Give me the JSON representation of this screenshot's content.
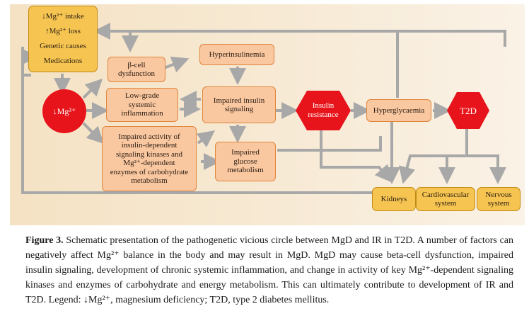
{
  "diagram": {
    "background": "#f7e8d0",
    "arrow_color": "#a8a8a8",
    "nodes": {
      "mg_intake": "↓Mg²⁺ intake",
      "mg_loss": "↑Mg²⁺ loss",
      "genetic": "Genetic causes",
      "medications": "Medications",
      "mg_deficiency": "↓Mg²⁺",
      "beta_cell_1": "β-cell",
      "beta_cell_2": "dysfunction",
      "inflam_1": "Low-grade",
      "inflam_2": "systemic",
      "inflam_3": "inflammation",
      "kinase_1": "Impaired activity of",
      "kinase_2": "insulin-dependent",
      "kinase_3": "signaling kinases and",
      "kinase_4": "Mg²⁺-dependent",
      "kinase_5": "enzymes of carbohydrate",
      "kinase_6": "metabolism",
      "hyperinsulinemia": "Hyperinsulinemia",
      "signaling_1": "Impaired insulin",
      "signaling_2": "signaling",
      "glucose_1": "Impaired",
      "glucose_2": "glucose",
      "glucose_3": "metabolism",
      "ir_1": "Insulin",
      "ir_2": "resistance",
      "hyperglycaemia": "Hyperglycaemia",
      "t2d": "T2D",
      "kidneys": "Kidneys",
      "cardio_1": "Cardiovascular",
      "cardio_2": "system",
      "nervous_1": "Nervous",
      "nervous_2": "system"
    },
    "colors": {
      "orange_fill": "#f9c7a0",
      "gold_fill": "#f5c451",
      "red": "#e8141b"
    }
  },
  "caption": {
    "label": "Figure 3.",
    "text": " Schematic presentation of the pathogenetic vicious circle between MgD and IR in T2D. A number of factors can negatively affect Mg²⁺ balance in the body and may result in MgD. MgD may cause beta-cell dysfunction, impaired insulin signaling, development of chronic systemic inflammation, and change in activity of key Mg²⁺-dependent signaling kinases and enzymes of carbohydrate and energy metabolism. This can ultimately contribute to development of IR and T2D. Legend: ↓Mg²⁺, magnesium deficiency; T2D, type 2 diabetes mellitus."
  }
}
